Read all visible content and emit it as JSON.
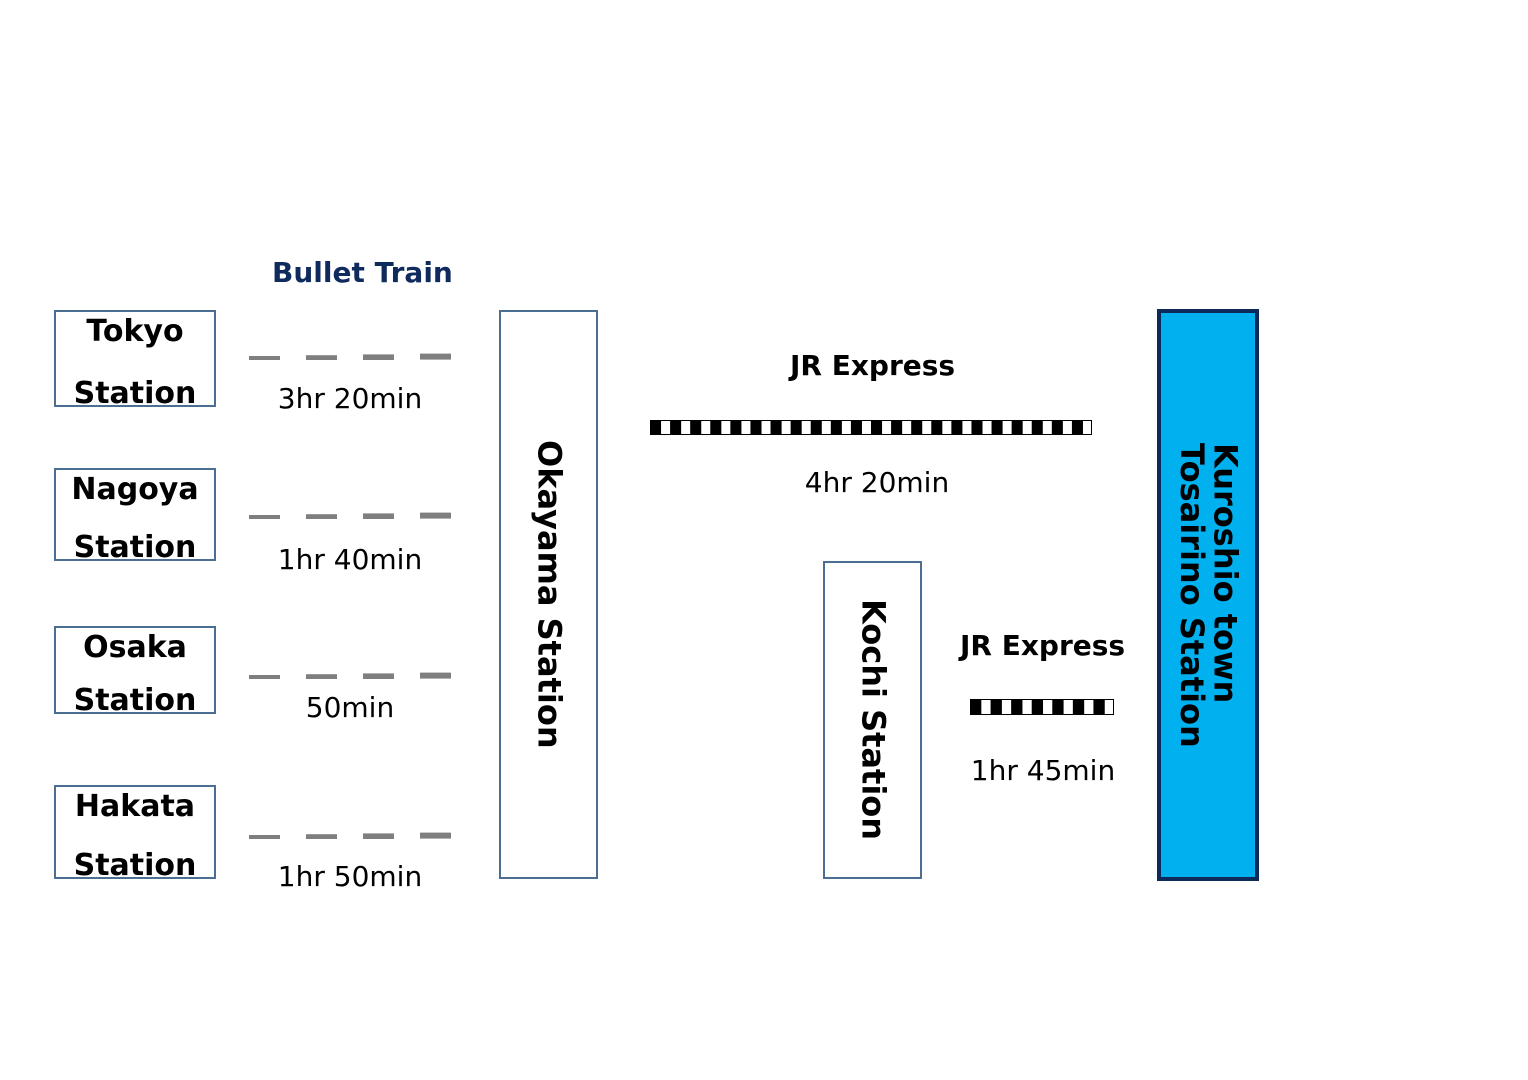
{
  "bullet_train": {
    "title": "Bullet Train",
    "origins": [
      {
        "line1": "Tokyo",
        "line2": "Station",
        "duration": "3hr 20min"
      },
      {
        "line1": "Nagoya",
        "line2": "Station",
        "duration": "1hr 40min"
      },
      {
        "line1": "Osaka",
        "line2": "Station",
        "duration": "50min"
      },
      {
        "line1": "Hakata",
        "line2": "Station",
        "duration": "1hr 50min"
      }
    ]
  },
  "hubs": {
    "okayama": "Okayama Station",
    "kochi": "Kochi Station"
  },
  "destination": {
    "line1": "Kuroshio town",
    "line2": "Tosairino Station"
  },
  "express_routes": [
    {
      "title": "JR Express",
      "duration": "4hr 20min"
    },
    {
      "title": "JR Express",
      "duration": "1hr 45min"
    }
  ],
  "colors": {
    "bullet_title": "#0f2a5c",
    "box_border": "#4a6f93",
    "dash": "#7f7f7f",
    "destination_fill": "#00b0ef",
    "destination_border": "#0e2a5a",
    "rail": "#000000"
  }
}
